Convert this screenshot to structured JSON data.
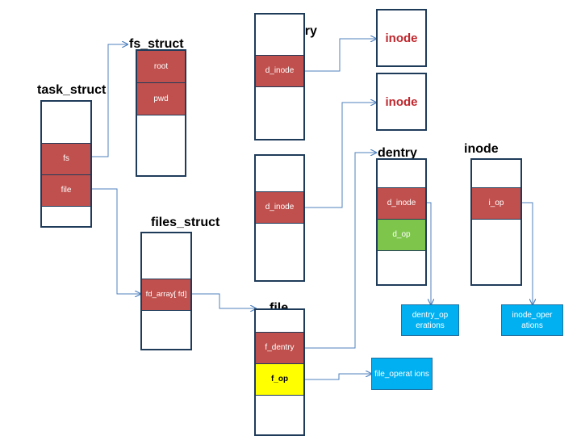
{
  "colors": {
    "field_red": "#c0504d",
    "field_green": "#7ec64b",
    "field_yellow": "#ffff00",
    "ops_blue": "#00b0f0",
    "connector": "#4f81bd",
    "inode_text": "#c0272d"
  },
  "structs": {
    "task_struct": {
      "title": "task_struct",
      "fields": [
        "fs",
        "file"
      ]
    },
    "fs_struct": {
      "title": "fs_struct",
      "fields": [
        "root",
        "pwd"
      ]
    },
    "files_struct": {
      "title": "files_struct",
      "fields": [
        "fd_array[ fd]"
      ]
    },
    "dentry_top": {
      "title": "dentry",
      "fields": [
        "d_inode"
      ]
    },
    "dentry_mid": {
      "title": "dentry",
      "fields": [
        "d_inode"
      ]
    },
    "dentry_right": {
      "title": "dentry",
      "fields": [
        "d_inode",
        "d_op"
      ]
    },
    "inode_right": {
      "title": "inode",
      "fields": [
        "i_op"
      ]
    },
    "file": {
      "title": "file",
      "fields": [
        "f_dentry",
        "f_op"
      ]
    }
  },
  "inodes": [
    "inode",
    "inode"
  ],
  "operations": {
    "dentry_operations": "dentry_op erations",
    "inode_operations": "inode_oper ations",
    "file_operations": "file_operat ions"
  }
}
